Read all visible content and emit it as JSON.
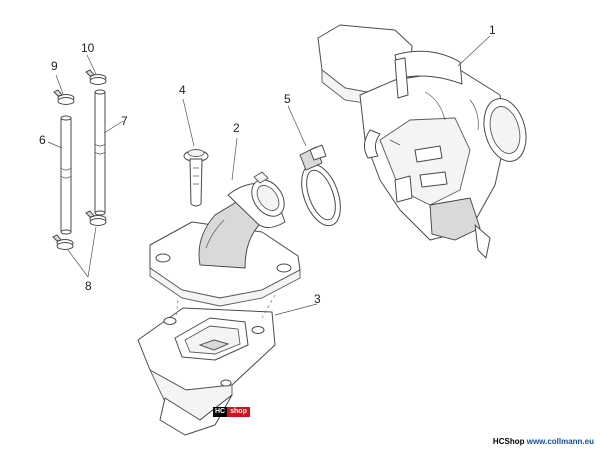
{
  "callouts": [
    {
      "id": "1",
      "label": "1"
    },
    {
      "id": "2",
      "label": "2"
    },
    {
      "id": "3",
      "label": "3"
    },
    {
      "id": "4",
      "label": "4"
    },
    {
      "id": "5",
      "label": "5"
    },
    {
      "id": "6",
      "label": "6"
    },
    {
      "id": "7",
      "label": "7"
    },
    {
      "id": "8",
      "label": "8"
    },
    {
      "id": "9",
      "label": "9"
    },
    {
      "id": "10",
      "label": "10"
    }
  ],
  "watermark": {
    "part1": "HC",
    "part2": "shop",
    "accent_color": "#d4141c"
  },
  "footer": {
    "brand": "HCShop",
    "url": "www.collmann.eu",
    "link_color": "#1a4fa0"
  }
}
